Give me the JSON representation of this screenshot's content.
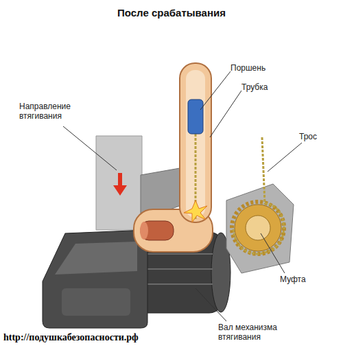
{
  "diagram": {
    "title": "После срабатывания",
    "labels": [
      "Поршень",
      "Трубка",
      "Направление втягивания",
      "Трос",
      "Муфта",
      "Вал механизма втягивания",
      "http://подушкабезопасности.рф"
    ]
  }
}
